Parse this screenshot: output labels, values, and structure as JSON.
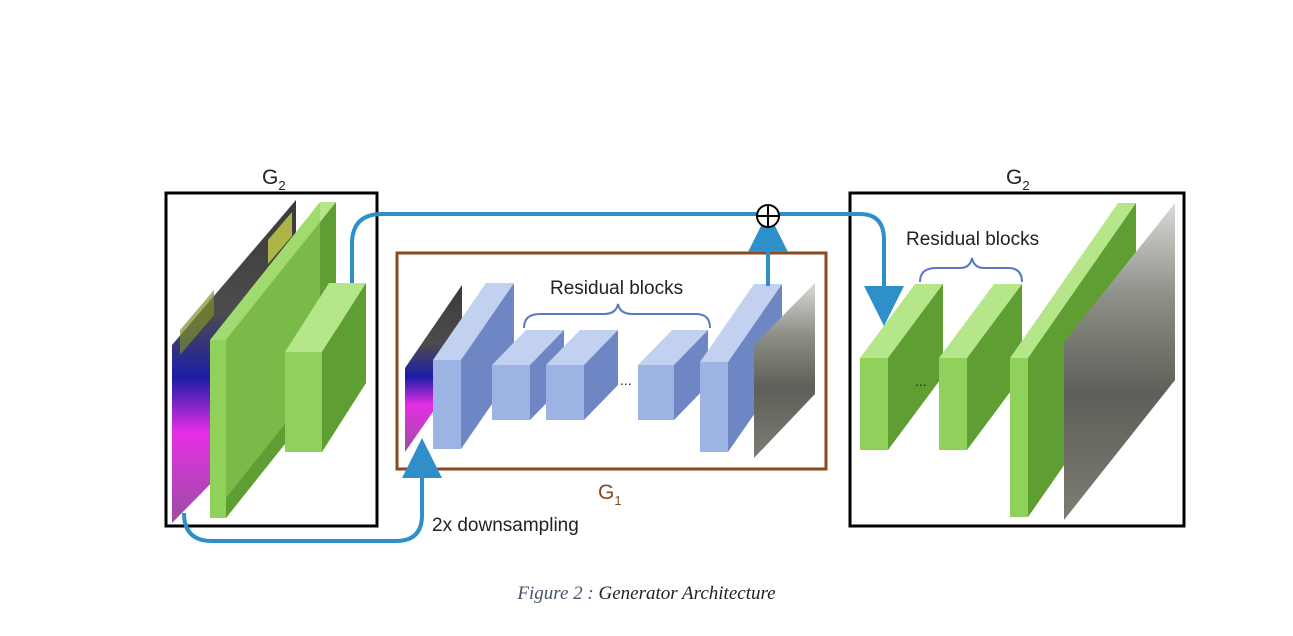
{
  "diagram": {
    "left_box_label_main": "G",
    "left_box_label_sub": "2",
    "right_box_label_main": "G",
    "right_box_label_sub": "2",
    "middle_box_label_main": "G",
    "middle_box_label_sub": "1",
    "residual_blocks_g1": "Residual blocks",
    "residual_blocks_g2": "Residual blocks",
    "ellipsis_g1": "...",
    "ellipsis_g2": "...",
    "downsampling_label": "2x downsampling",
    "sum_symbol": "⊕"
  },
  "caption": {
    "prefix": "Figure 2 :",
    "text": " Generator Architecture"
  },
  "colors": {
    "green_front": "#8fd15a",
    "green_side": "#5f9e33",
    "green_top": "#b5e68a",
    "blue_front": "#9db3e3",
    "blue_side": "#6e86c4",
    "blue_top": "#c3d1f1",
    "arrow": "#2e8fc9",
    "g1_border": "#8a4a22"
  }
}
